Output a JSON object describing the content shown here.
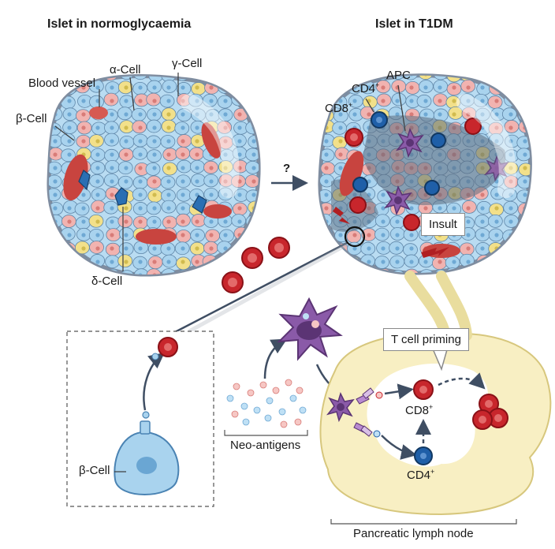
{
  "titles": {
    "left": "Islet in normoglycaemia",
    "right": "Islet in T1DM"
  },
  "left_islet_labels": {
    "blood_vessel": "Blood vessel",
    "alpha_cell": "α-Cell",
    "gamma_cell": "γ-Cell",
    "beta_cell": "β-Cell",
    "delta_cell": "δ-Cell"
  },
  "right_islet_labels": {
    "cd4": "CD4",
    "cd4_sup": "+",
    "apc": "APC",
    "cd8": "CD8",
    "cd8_sup": "+",
    "insult": "Insult"
  },
  "arrow_question": "?",
  "inset": {
    "beta_cell": "β-Cell"
  },
  "neo_antigens": "Neo-antigens",
  "lymph_node": {
    "priming": "T cell priming",
    "cd8": "CD8",
    "cd8_sup": "+",
    "cd4": "CD4",
    "cd4_sup": "+",
    "label": "Pancreatic lymph node"
  },
  "colors": {
    "beta_cell": "#a9d3ee",
    "alpha_cell": "#f1b3b0",
    "gamma_cell": "#f2e08a",
    "delta_cell": "#2a6fb3",
    "cd8_red": "#c8262c",
    "cd4_blue": "#1f5fa8",
    "apc_purple": "#8a5aa8",
    "lymph_node": "#f8efc3",
    "islet_rim": "#7f8da0",
    "arrow": "#3f4e63"
  }
}
